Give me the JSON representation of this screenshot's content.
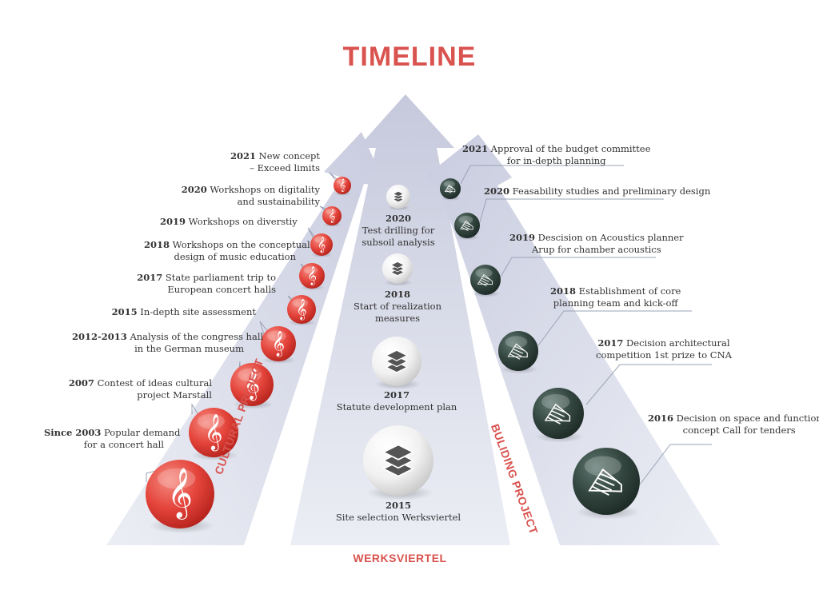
{
  "title": "TIMELINE",
  "bands": {
    "cultural": "CULTURAL PROJECT",
    "center": "WERKSVIERTEL",
    "building": "BULIDING PROJECT"
  },
  "colors": {
    "title_red": "#d9534f",
    "cultural_red": "#e4443b",
    "building_dark": "#33453f",
    "center_white": "#f2f2f2",
    "arrow_lavender": "#d6d8e6"
  },
  "cultural": [
    {
      "year": "Since 2003",
      "text": [
        "Popular demand",
        "for a concert hall"
      ],
      "icon": "treble-clef-icon"
    },
    {
      "year": "2007",
      "text": [
        "Contest of ideas cultural",
        "project Marstall"
      ],
      "icon": "treble-clef-icon"
    },
    {
      "year": "2012-2013",
      "text": [
        "Analysis of  the congress hall",
        "in the German museum"
      ],
      "icon": "treble-clef-icon"
    },
    {
      "year": "2015",
      "text": [
        "In-depth site assessment"
      ],
      "icon": "treble-clef-icon"
    },
    {
      "year": "2017",
      "text": [
        "State parliament trip to",
        "European concert halls"
      ],
      "icon": "treble-clef-icon"
    },
    {
      "year": "2018",
      "text": [
        "Workshops on the conceptual",
        "design of music education"
      ],
      "icon": "treble-clef-icon"
    },
    {
      "year": "2019",
      "text": [
        "Workshops on diverstiy"
      ],
      "icon": "treble-clef-icon"
    },
    {
      "year": "2020",
      "text": [
        "Workshops on digitality",
        "and sustainability"
      ],
      "icon": "treble-clef-icon"
    },
    {
      "year": "2021",
      "text": [
        "New concept",
        "– Exceed limits"
      ],
      "icon": "treble-clef-icon"
    }
  ],
  "center": [
    {
      "year": "2015",
      "text": [
        "Site selection Werksviertel"
      ],
      "icon": "layers-icon"
    },
    {
      "year": "2017",
      "text": [
        "Statute development plan"
      ],
      "icon": "layers-icon"
    },
    {
      "year": "2018",
      "text": [
        "Start of realization",
        "measures"
      ],
      "icon": "layers-icon"
    },
    {
      "year": "2020",
      "text": [
        "Test drilling for",
        "subsoil analysis"
      ],
      "icon": "layers-icon"
    }
  ],
  "building": [
    {
      "year": "2016",
      "text": [
        "Decision on space and functional",
        "concept Call for tenders"
      ],
      "icon": "building-icon"
    },
    {
      "year": "2017",
      "text": [
        "Decision architectural",
        "competition 1st prize to CNA"
      ],
      "icon": "building-icon"
    },
    {
      "year": "2018",
      "text": [
        "Establishment of core",
        "planning team and kick-off"
      ],
      "icon": "building-icon"
    },
    {
      "year": "2019",
      "text": [
        "Descision on Acoustics planner",
        "Arup for chamber acoustics"
      ],
      "icon": "building-icon"
    },
    {
      "year": "2020",
      "text": [
        "Feasability studies and preliminary design"
      ],
      "icon": "building-icon"
    },
    {
      "year": "2021",
      "text": [
        "Approval of the budget committee",
        "for in-depth planning"
      ],
      "icon": "building-icon"
    }
  ]
}
